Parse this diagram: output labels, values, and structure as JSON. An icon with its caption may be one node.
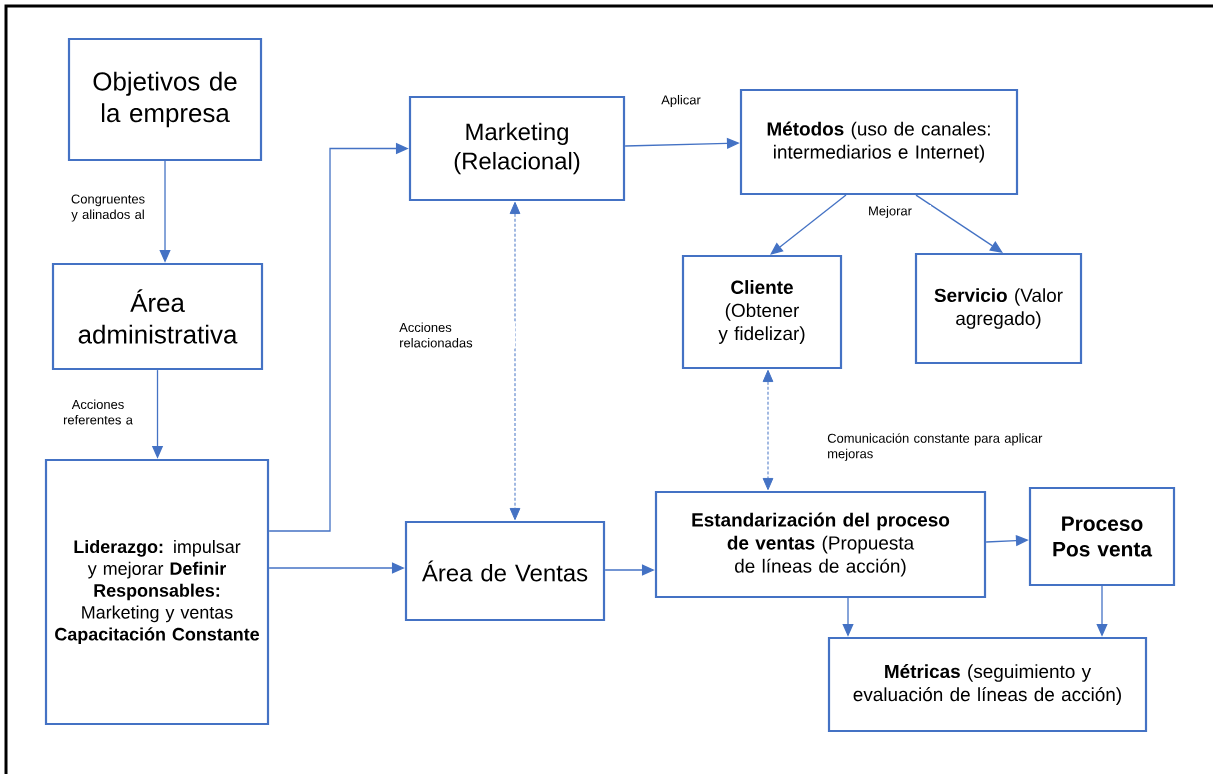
{
  "diagram": {
    "nodes": [
      {
        "text": [
          "Objetivos de la empresa"
        ]
      },
      {
        "text": [
          "Área administrativa"
        ]
      },
      {
        "text": [
          "**Liderazgo:** impulsar y mejorar **Definir Responsables:** Marketing y ventas **Capacitación Constante**"
        ]
      },
      {
        "text": [
          "Marketing (Relacional)"
        ]
      },
      {
        "text": [
          "**Métodos** (uso de canales: intermediarios e Internet)"
        ]
      },
      {
        "text": [
          "**Cliente** (Obtener y fidelizar)"
        ]
      },
      {
        "text": [
          "**Servicio** (Valor agregado)"
        ]
      },
      {
        "text": [
          "Área de Ventas"
        ]
      },
      {
        "text": [
          "**Estandarización del proceso de ventas** (Propuesta de líneas de acción)"
        ]
      },
      {
        "text": [
          "Proceso Pos venta"
        ]
      },
      {
        "text": [
          "**Métricas** (seguimiento y evaluación de líneas de acción)"
        ]
      }
    ],
    "edges": [
      {
        "from": 0,
        "to": 1,
        "arrow": "to",
        "label": "Congruentes y alinados al"
      },
      {
        "from": 1,
        "to": 2,
        "arrow": "to",
        "label": "Acciones referentes a"
      },
      {
        "from": 2,
        "to": 3,
        "arrow": "to"
      },
      {
        "from": 2,
        "to": 7,
        "arrow": "to"
      },
      {
        "from": 3,
        "to": 7,
        "arrow": "both",
        "style": "dashed",
        "label": "Acciones relacionadas"
      },
      {
        "from": 3,
        "to": 4,
        "arrow": "to",
        "label": "Aplicar"
      },
      {
        "from": 4,
        "to": 5,
        "arrow": "to",
        "label": "Mejorar"
      },
      {
        "from": 4,
        "to": 6,
        "arrow": "to"
      },
      {
        "from": 5,
        "to": 8,
        "arrow": "both",
        "style": "dashed",
        "label": "Comunicación constante para aplicar mejoras"
      },
      {
        "from": 7,
        "to": 8,
        "arrow": "to"
      },
      {
        "from": 8,
        "to": 9,
        "arrow": "to"
      },
      {
        "from": 8,
        "to": 10,
        "arrow": "to"
      },
      {
        "from": 9,
        "to": 10,
        "arrow": "to"
      }
    ]
  }
}
